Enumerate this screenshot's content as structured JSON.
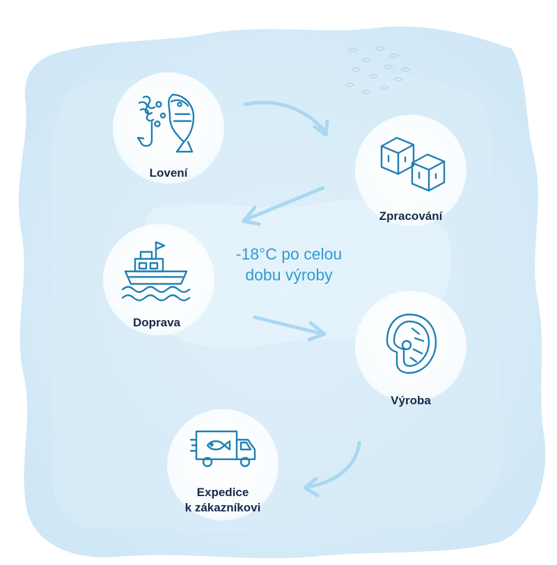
{
  "diagram": {
    "center_text_line1": "-18°C po celou",
    "center_text_line2": "dobu výroby",
    "steps": [
      {
        "label": "Lovení",
        "icon": "fish-and-hook-icon"
      },
      {
        "label": "Zpracování",
        "icon": "ice-cubes-icon"
      },
      {
        "label": "Doprava",
        "icon": "fishing-boat-icon"
      },
      {
        "label": "Výroba",
        "icon": "salmon-steak-icon"
      },
      {
        "label_line1": "Expedice",
        "label_line2": "k zákazníkovi",
        "icon": "delivery-truck-icon"
      }
    ]
  },
  "colors": {
    "icon_stroke": "#1f7fb3",
    "arrow": "#a8d8f2",
    "label_text": "#17294a",
    "center_text": "#2f9bd2",
    "watercolor_background": "#dbedf8"
  }
}
